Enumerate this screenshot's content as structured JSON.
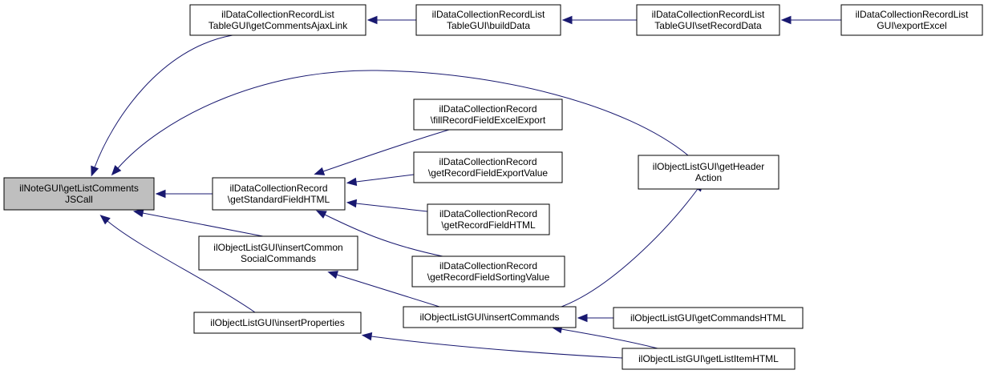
{
  "colors": {
    "edge": "#191970",
    "root_fill": "#bfbfbf",
    "node_fill": "#ffffff"
  },
  "nodes": [
    {
      "id": "root",
      "lines": [
        "ilNoteGUI\\getListComments",
        "JSCall"
      ]
    },
    {
      "id": "ajaxlink",
      "lines": [
        "ilDataCollectionRecordList",
        "TableGUI\\getCommentsAjaxLink"
      ]
    },
    {
      "id": "builddata",
      "lines": [
        "ilDataCollectionRecordList",
        "TableGUI\\buildData"
      ]
    },
    {
      "id": "setrecord",
      "lines": [
        "ilDataCollectionRecordList",
        "TableGUI\\setRecordData"
      ]
    },
    {
      "id": "exportexcel",
      "lines": [
        "ilDataCollectionRecordList",
        "GUI\\exportExcel"
      ]
    },
    {
      "id": "stdfield",
      "lines": [
        "ilDataCollectionRecord",
        "\\getStandardFieldHTML"
      ]
    },
    {
      "id": "fillexcel",
      "lines": [
        "ilDataCollectionRecord",
        "\\fillRecordFieldExcelExport"
      ]
    },
    {
      "id": "exportvalue",
      "lines": [
        "ilDataCollectionRecord",
        "\\getRecordFieldExportValue"
      ]
    },
    {
      "id": "fieldhtml",
      "lines": [
        "ilDataCollectionRecord",
        "\\getRecordFieldHTML"
      ]
    },
    {
      "id": "sortingvalue",
      "lines": [
        "ilDataCollectionRecord",
        "\\getRecordFieldSortingValue"
      ]
    },
    {
      "id": "headeraction",
      "lines": [
        "ilObjectListGUI\\getHeader",
        "Action"
      ]
    },
    {
      "id": "social",
      "lines": [
        "ilObjectListGUI\\insertCommon",
        "SocialCommands"
      ]
    },
    {
      "id": "properties",
      "lines": [
        "ilObjectListGUI\\insertProperties"
      ]
    },
    {
      "id": "commands",
      "lines": [
        "ilObjectListGUI\\insertCommands"
      ]
    },
    {
      "id": "commandshtml",
      "lines": [
        "ilObjectListGUI\\getCommandsHTML"
      ]
    },
    {
      "id": "listitem",
      "lines": [
        "ilObjectListGUI\\getListItemHTML"
      ]
    }
  ],
  "edges": [
    {
      "from": "ajaxlink",
      "to": "root"
    },
    {
      "from": "headeraction",
      "to": "root"
    },
    {
      "from": "stdfield",
      "to": "root"
    },
    {
      "from": "social",
      "to": "root"
    },
    {
      "from": "properties",
      "to": "root"
    },
    {
      "from": "builddata",
      "to": "ajaxlink"
    },
    {
      "from": "setrecord",
      "to": "builddata"
    },
    {
      "from": "exportexcel",
      "to": "setrecord"
    },
    {
      "from": "fillexcel",
      "to": "stdfield"
    },
    {
      "from": "exportvalue",
      "to": "stdfield"
    },
    {
      "from": "fieldhtml",
      "to": "stdfield"
    },
    {
      "from": "sortingvalue",
      "to": "stdfield"
    },
    {
      "from": "commands",
      "to": "headeraction"
    },
    {
      "from": "commands",
      "to": "social"
    },
    {
      "from": "listitem",
      "to": "properties"
    },
    {
      "from": "commandshtml",
      "to": "commands"
    },
    {
      "from": "listitem",
      "to": "commands"
    }
  ]
}
